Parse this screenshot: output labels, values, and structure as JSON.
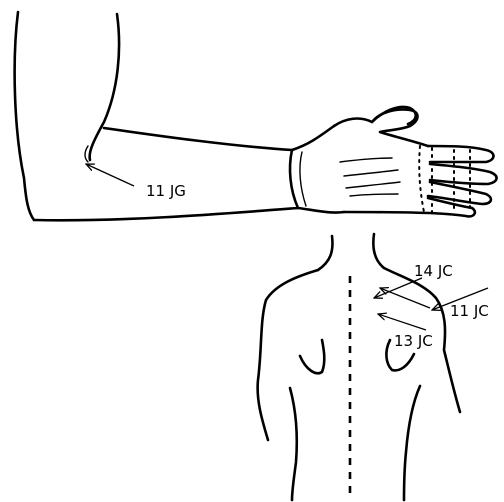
{
  "labels": {
    "arm_point": "11 JG",
    "back_point_upper": "14 JC",
    "back_point_shoulder": "11 JC",
    "back_point_lower": "13 JC"
  },
  "colors": {
    "ink": "#000000",
    "background": "#ffffff"
  }
}
